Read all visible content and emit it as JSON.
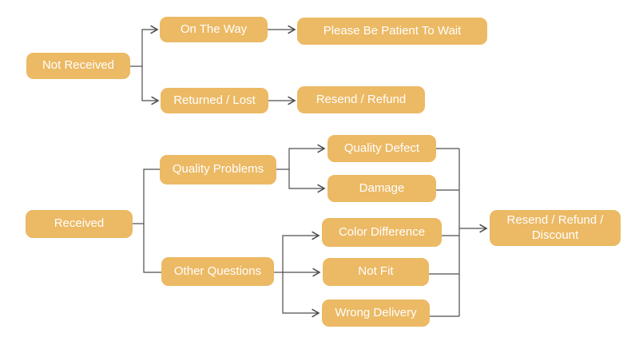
{
  "colors": {
    "background": "#FFFFFF",
    "node_fill": "#ECB964",
    "node_text": "#FFFFFF",
    "line": "#4D4D4D"
  },
  "nodes": {
    "not_received": {
      "label": "Not Received"
    },
    "on_the_way": {
      "label": "On The Way"
    },
    "please_be_patient": {
      "label": "Please Be Patient To Wait"
    },
    "returned_lost": {
      "label": "Returned / Lost"
    },
    "resend_refund": {
      "label": "Resend / Refund"
    },
    "received": {
      "label": "Received"
    },
    "quality_problems": {
      "label": "Quality Problems"
    },
    "quality_defect": {
      "label": "Quality Defect"
    },
    "damage": {
      "label": "Damage"
    },
    "other_questions": {
      "label": "Other Questions"
    },
    "color_difference": {
      "label": "Color Difference"
    },
    "not_fit": {
      "label": "Not Fit"
    },
    "wrong_delivery": {
      "label": "Wrong Delivery"
    },
    "resend_refund_discount": {
      "label": "Resend / Refund / Discount"
    }
  },
  "edges": [
    {
      "from": "not_received",
      "to": "on_the_way",
      "arrow": true
    },
    {
      "from": "not_received",
      "to": "returned_lost",
      "arrow": true
    },
    {
      "from": "on_the_way",
      "to": "please_be_patient",
      "arrow": true
    },
    {
      "from": "returned_lost",
      "to": "resend_refund",
      "arrow": true
    },
    {
      "from": "received",
      "to": "quality_problems",
      "arrow": false
    },
    {
      "from": "received",
      "to": "other_questions",
      "arrow": false
    },
    {
      "from": "quality_problems",
      "to": "quality_defect",
      "arrow": true
    },
    {
      "from": "quality_problems",
      "to": "damage",
      "arrow": true
    },
    {
      "from": "other_questions",
      "to": "color_difference",
      "arrow": true
    },
    {
      "from": "other_questions",
      "to": "not_fit",
      "arrow": true
    },
    {
      "from": "other_questions",
      "to": "wrong_delivery",
      "arrow": true
    },
    {
      "from": "quality_defect",
      "to": "resend_refund_discount",
      "arrow": true
    },
    {
      "from": "damage",
      "to": "resend_refund_discount",
      "arrow": true
    },
    {
      "from": "color_difference",
      "to": "resend_refund_discount",
      "arrow": true
    },
    {
      "from": "not_fit",
      "to": "resend_refund_discount",
      "arrow": true
    },
    {
      "from": "wrong_delivery",
      "to": "resend_refund_discount",
      "arrow": true
    }
  ]
}
